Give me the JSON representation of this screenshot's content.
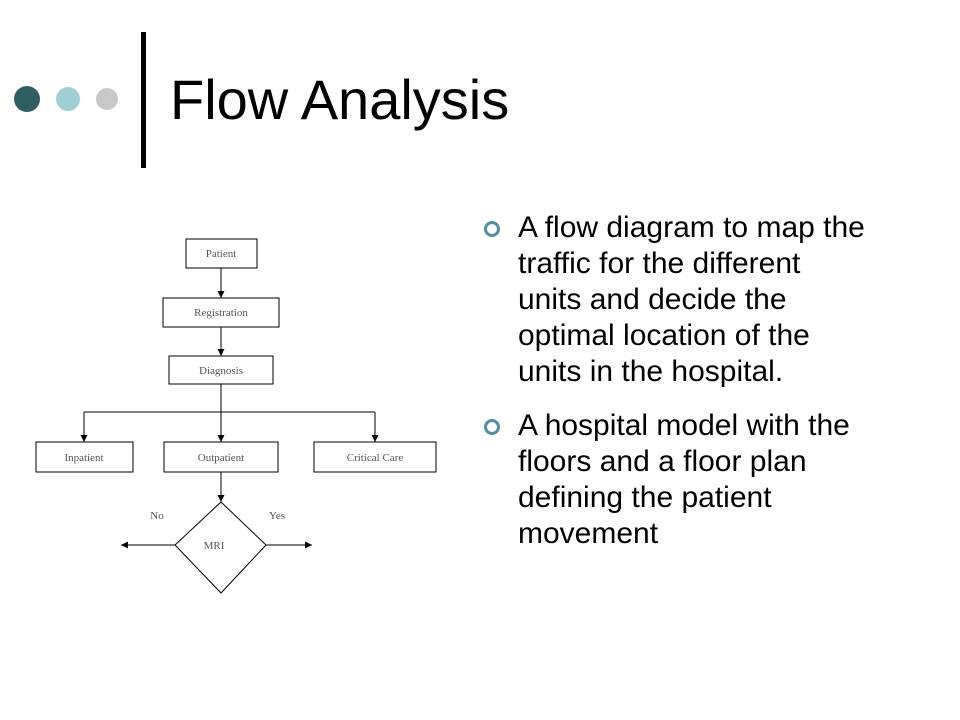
{
  "slide": {
    "title": "Flow Analysis",
    "accent_colors": {
      "dot1": "#2e5d62",
      "dot2": "#9fcfd3",
      "dot3": "#c8c8c8",
      "bullet": "#4f8fa6"
    }
  },
  "diagram": {
    "nodes": {
      "patient": "Patient",
      "registration": "Registration",
      "diagnosis": "Diagnosis",
      "inpatient": "Inpatient",
      "outpatient": "Outpatient",
      "critical_care": "Critical Care",
      "mri": "MRI"
    },
    "branch_labels": {
      "no": "No",
      "yes": "Yes"
    }
  },
  "bullets": [
    {
      "icon": "hollow-circle-icon",
      "text": "A flow diagram to map the traffic for the different units and decide the optimal location of the units in the hospital."
    },
    {
      "icon": "hollow-circle-icon",
      "text": "A hospital model with the floors and a floor plan defining the patient movement"
    }
  ]
}
